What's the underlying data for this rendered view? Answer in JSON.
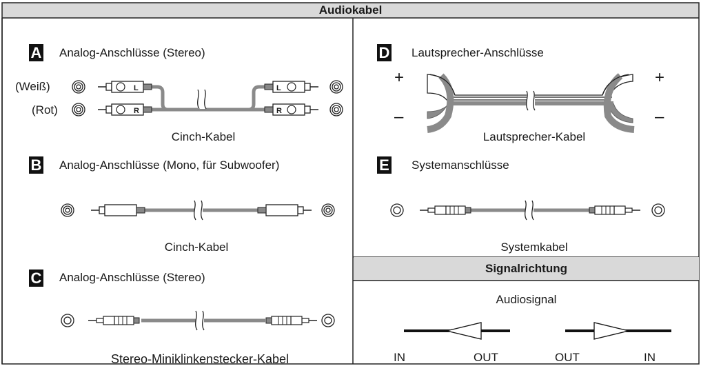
{
  "header": {
    "title": "Audiokabel"
  },
  "sections": {
    "A": {
      "letter": "A",
      "title": "Analog-Anschlüsse (Stereo)",
      "label_white": "(Weiß)",
      "label_red": "(Rot)",
      "plug_left": "L",
      "plug_right": "R",
      "caption": "Cinch-Kabel"
    },
    "B": {
      "letter": "B",
      "title": "Analog-Anschlüsse (Mono, für Subwoofer)",
      "caption": "Cinch-Kabel"
    },
    "C": {
      "letter": "C",
      "title": "Analog-Anschlüsse (Stereo)",
      "caption": "Stereo-Miniklinkenstecker-Kabel"
    },
    "D": {
      "letter": "D",
      "title": "Lautsprecher-Anschlüsse",
      "plus": "+",
      "minus": "–",
      "caption": "Lautsprecher-Kabel"
    },
    "E": {
      "letter": "E",
      "title": "Systemanschlüsse",
      "caption": "Systemkabel"
    }
  },
  "signal": {
    "title": "Signalrichtung",
    "subtitle": "Audiosignal",
    "left": {
      "in": "IN",
      "out": "OUT"
    },
    "right": {
      "out": "OUT",
      "in": "IN"
    }
  }
}
